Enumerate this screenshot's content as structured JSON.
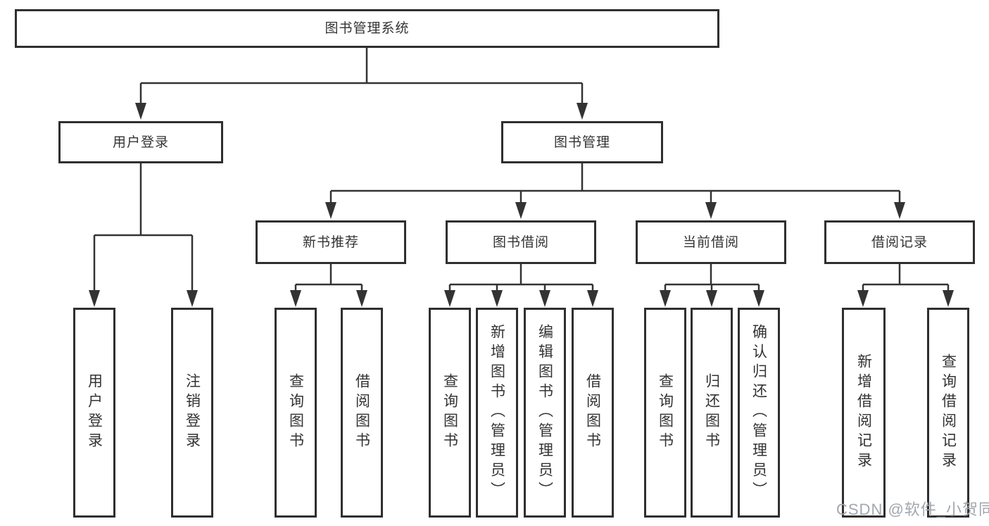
{
  "diagram": {
    "root": "图书管理系统",
    "branches": {
      "user_login": "用户登录",
      "book_mgmt": "图书管理"
    },
    "modules": {
      "new_book": "新书推荐",
      "book_borrow": "图书借阅",
      "current_borrow": "当前借阅",
      "borrow_record": "借阅记录"
    },
    "leaves": {
      "user_login": "用户登录",
      "logout": "注销登录",
      "newbook_query": "查询图书",
      "newbook_borrow": "借阅图书",
      "borrow_query": "查询图书",
      "borrow_add_admin": "新增图书（管理员）",
      "borrow_edit_admin": "编辑图书（管理员）",
      "borrow_borrow": "借阅图书",
      "current_query": "查询图书",
      "current_return": "归还图书",
      "current_confirm_admin": "确认归还（管理员）",
      "record_add": "新增借阅记录",
      "record_query": "查询借阅记录"
    }
  },
  "watermark": {
    "text": "CSDN @软件_小贺同学",
    "color": "#a2a7ad"
  },
  "colors": {
    "line": "#333333",
    "box_border": "#2f2f2f",
    "background": "#ffffff",
    "text": "#333333"
  }
}
